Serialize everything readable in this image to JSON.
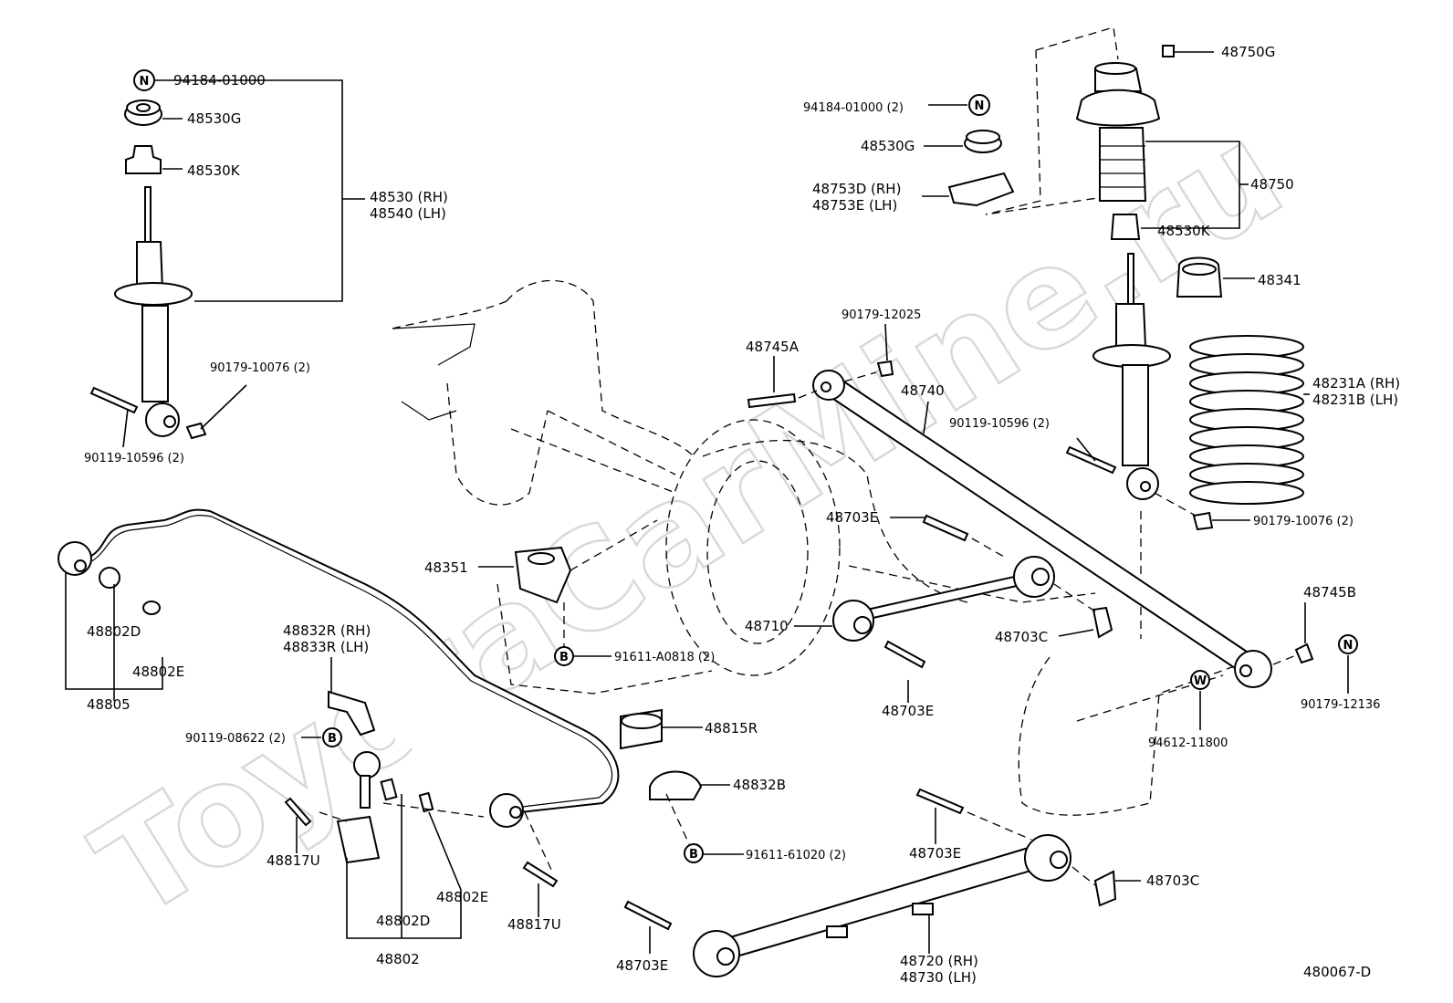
{
  "watermark": "ToyotaCarMine.ru",
  "diagram_id": "480067-D",
  "symbols": {
    "nut": "N",
    "bolt": "B",
    "washer": "W"
  },
  "labels": {
    "p94184_left": "94184-01000",
    "p48530G_left": "48530G",
    "p48530K_left": "48530K",
    "p48530_rh": "48530 (RH)",
    "p48540_lh": "48540 (LH)",
    "p90179_10076_left": "90179-10076 (2)",
    "p90119_10596_left": "90119-10596 (2)",
    "p94184_right": "94184-01000 (2)",
    "p48530G_right": "48530G",
    "p48753D": "48753D (RH)",
    "p48753E": "48753E (LH)",
    "p48750G": "48750G",
    "p48750": "48750",
    "p48530K_right": "48530K",
    "p48341": "48341",
    "p48231A": "48231A (RH)",
    "p48231B": "48231B (LH)",
    "p90179_12025": "90179-12025",
    "p48745A": "48745A",
    "p48740": "48740",
    "p90119_10596_right": "90119-10596 (2)",
    "p48703E_a": "48703E",
    "p90179_10076_right": "90179-10076 (2)",
    "p48351": "48351",
    "p48710": "48710",
    "p48703C_a": "48703C",
    "p48745B": "48745B",
    "p91611_A0818": "91611-A0818 (2)",
    "p48703E_b": "48703E",
    "p90179_12136": "90179-12136",
    "p94612_11800": "94612-11800",
    "p48832R": "48832R (RH)",
    "p48833R": "48833R (LH)",
    "p48802D_left": "48802D",
    "p48802E_left": "48802E",
    "p48805": "48805",
    "p90119_08622": "90119-08622 (2)",
    "p48815R": "48815R",
    "p48832B": "48832B",
    "p91611_61020": "91611-61020 (2)",
    "p48817U_left": "48817U",
    "p48802E_mid": "48802E",
    "p48802D_mid": "48802D",
    "p48802": "48802",
    "p48817U_right": "48817U",
    "p48703E_c": "48703E",
    "p48703C_b": "48703C",
    "p48703E_d": "48703E",
    "p48720_rh": "48720 (RH)",
    "p48730_lh": "48730 (LH)"
  }
}
